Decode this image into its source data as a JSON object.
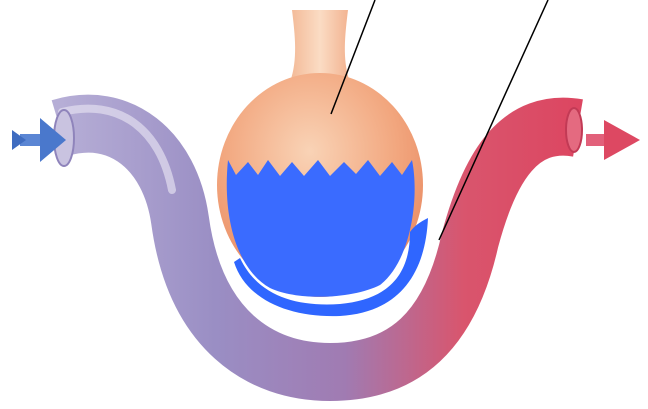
{
  "diagram": {
    "colors": {
      "background": "#ffffff",
      "vessel_inflow": "#9b90c4",
      "vessel_outflow": "#dd4660",
      "capsule": "#f3a57e",
      "capsule_neck": "#f6c39f",
      "fill_overlay": "#3a6bff",
      "arrow_in": "#4f7fd0",
      "arrow_out": "#e04a66",
      "leader_line": "#000000"
    },
    "arrows": [
      {
        "direction": "in",
        "icon": "arrow-right-icon"
      },
      {
        "direction": "out",
        "icon": "arrow-right-icon"
      }
    ],
    "leader_lines": 2
  }
}
